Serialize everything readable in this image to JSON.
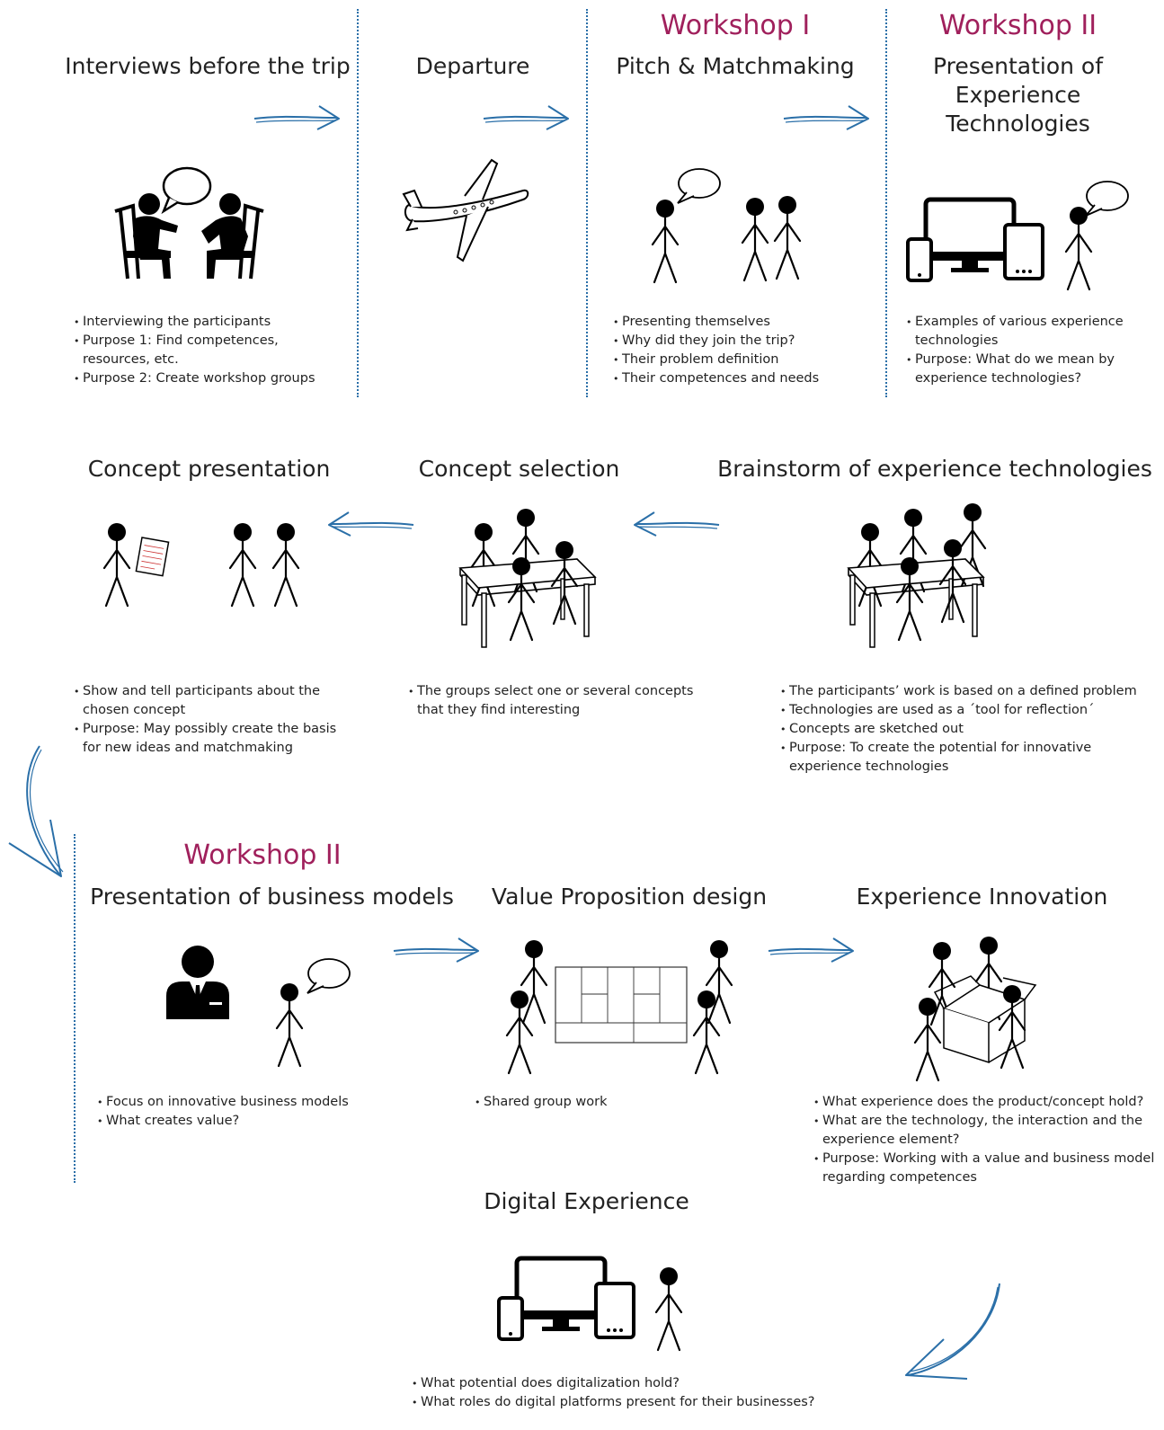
{
  "colors": {
    "workshop": "#a0205c",
    "arrow": "#2a6fa8",
    "divider": "#2a6fa8"
  },
  "row1": {
    "interviews": {
      "title": "Interviews before the trip",
      "bullets": [
        "Interviewing the participants",
        "Purpose 1: Find competences, resources, etc.",
        "Purpose 2: Create workshop groups"
      ]
    },
    "departure": {
      "title": "Departure"
    },
    "pitch": {
      "workshop": "Workshop I",
      "title": "Pitch & Matchmaking",
      "bullets": [
        "Presenting themselves",
        "Why did they join the trip?",
        "Their problem definition",
        "Their competences and needs"
      ]
    },
    "presentation": {
      "workshop": "Workshop II",
      "title": "Presentation of Experience Technologies",
      "bullets": [
        "Examples of various experience technologies",
        "Purpose: What do we mean by experience technologies?"
      ]
    }
  },
  "row2": {
    "concept_presentation": {
      "title": "Concept presentation",
      "bullets": [
        "Show and tell participants about the chosen concept",
        "Purpose: May possibly create the basis for new ideas and matchmaking"
      ]
    },
    "concept_selection": {
      "title": "Concept selection",
      "bullets": [
        "The groups select one or several concepts that they find interesting"
      ]
    },
    "brainstorm": {
      "title": "Brainstorm of experience technologies",
      "bullets": [
        "The participants’ work is based on a defined problem",
        "Technologies are used as a ´tool for reflection´",
        "Concepts are sketched out",
        "Purpose: To create the potential for innovative experience technologies"
      ]
    }
  },
  "row3": {
    "business_models": {
      "workshop": "Workshop II",
      "title": "Presentation of business models",
      "bullets": [
        "Focus on innovative business models",
        "What creates value?"
      ]
    },
    "value_proposition": {
      "title": "Value Proposition design",
      "bullets": [
        "Shared group work"
      ]
    },
    "experience_innovation": {
      "title": "Experience Innovation",
      "bullets": [
        "What experience does the product/concept hold?",
        "What are the technology, the interaction and the experience element?",
        "Purpose: Working with a value and business model regarding competences"
      ]
    }
  },
  "row4": {
    "digital_experience": {
      "title": "Digital Experience",
      "bullets": [
        "What potential does digitalization hold?",
        "What roles do digital platforms present for their businesses?"
      ]
    }
  }
}
